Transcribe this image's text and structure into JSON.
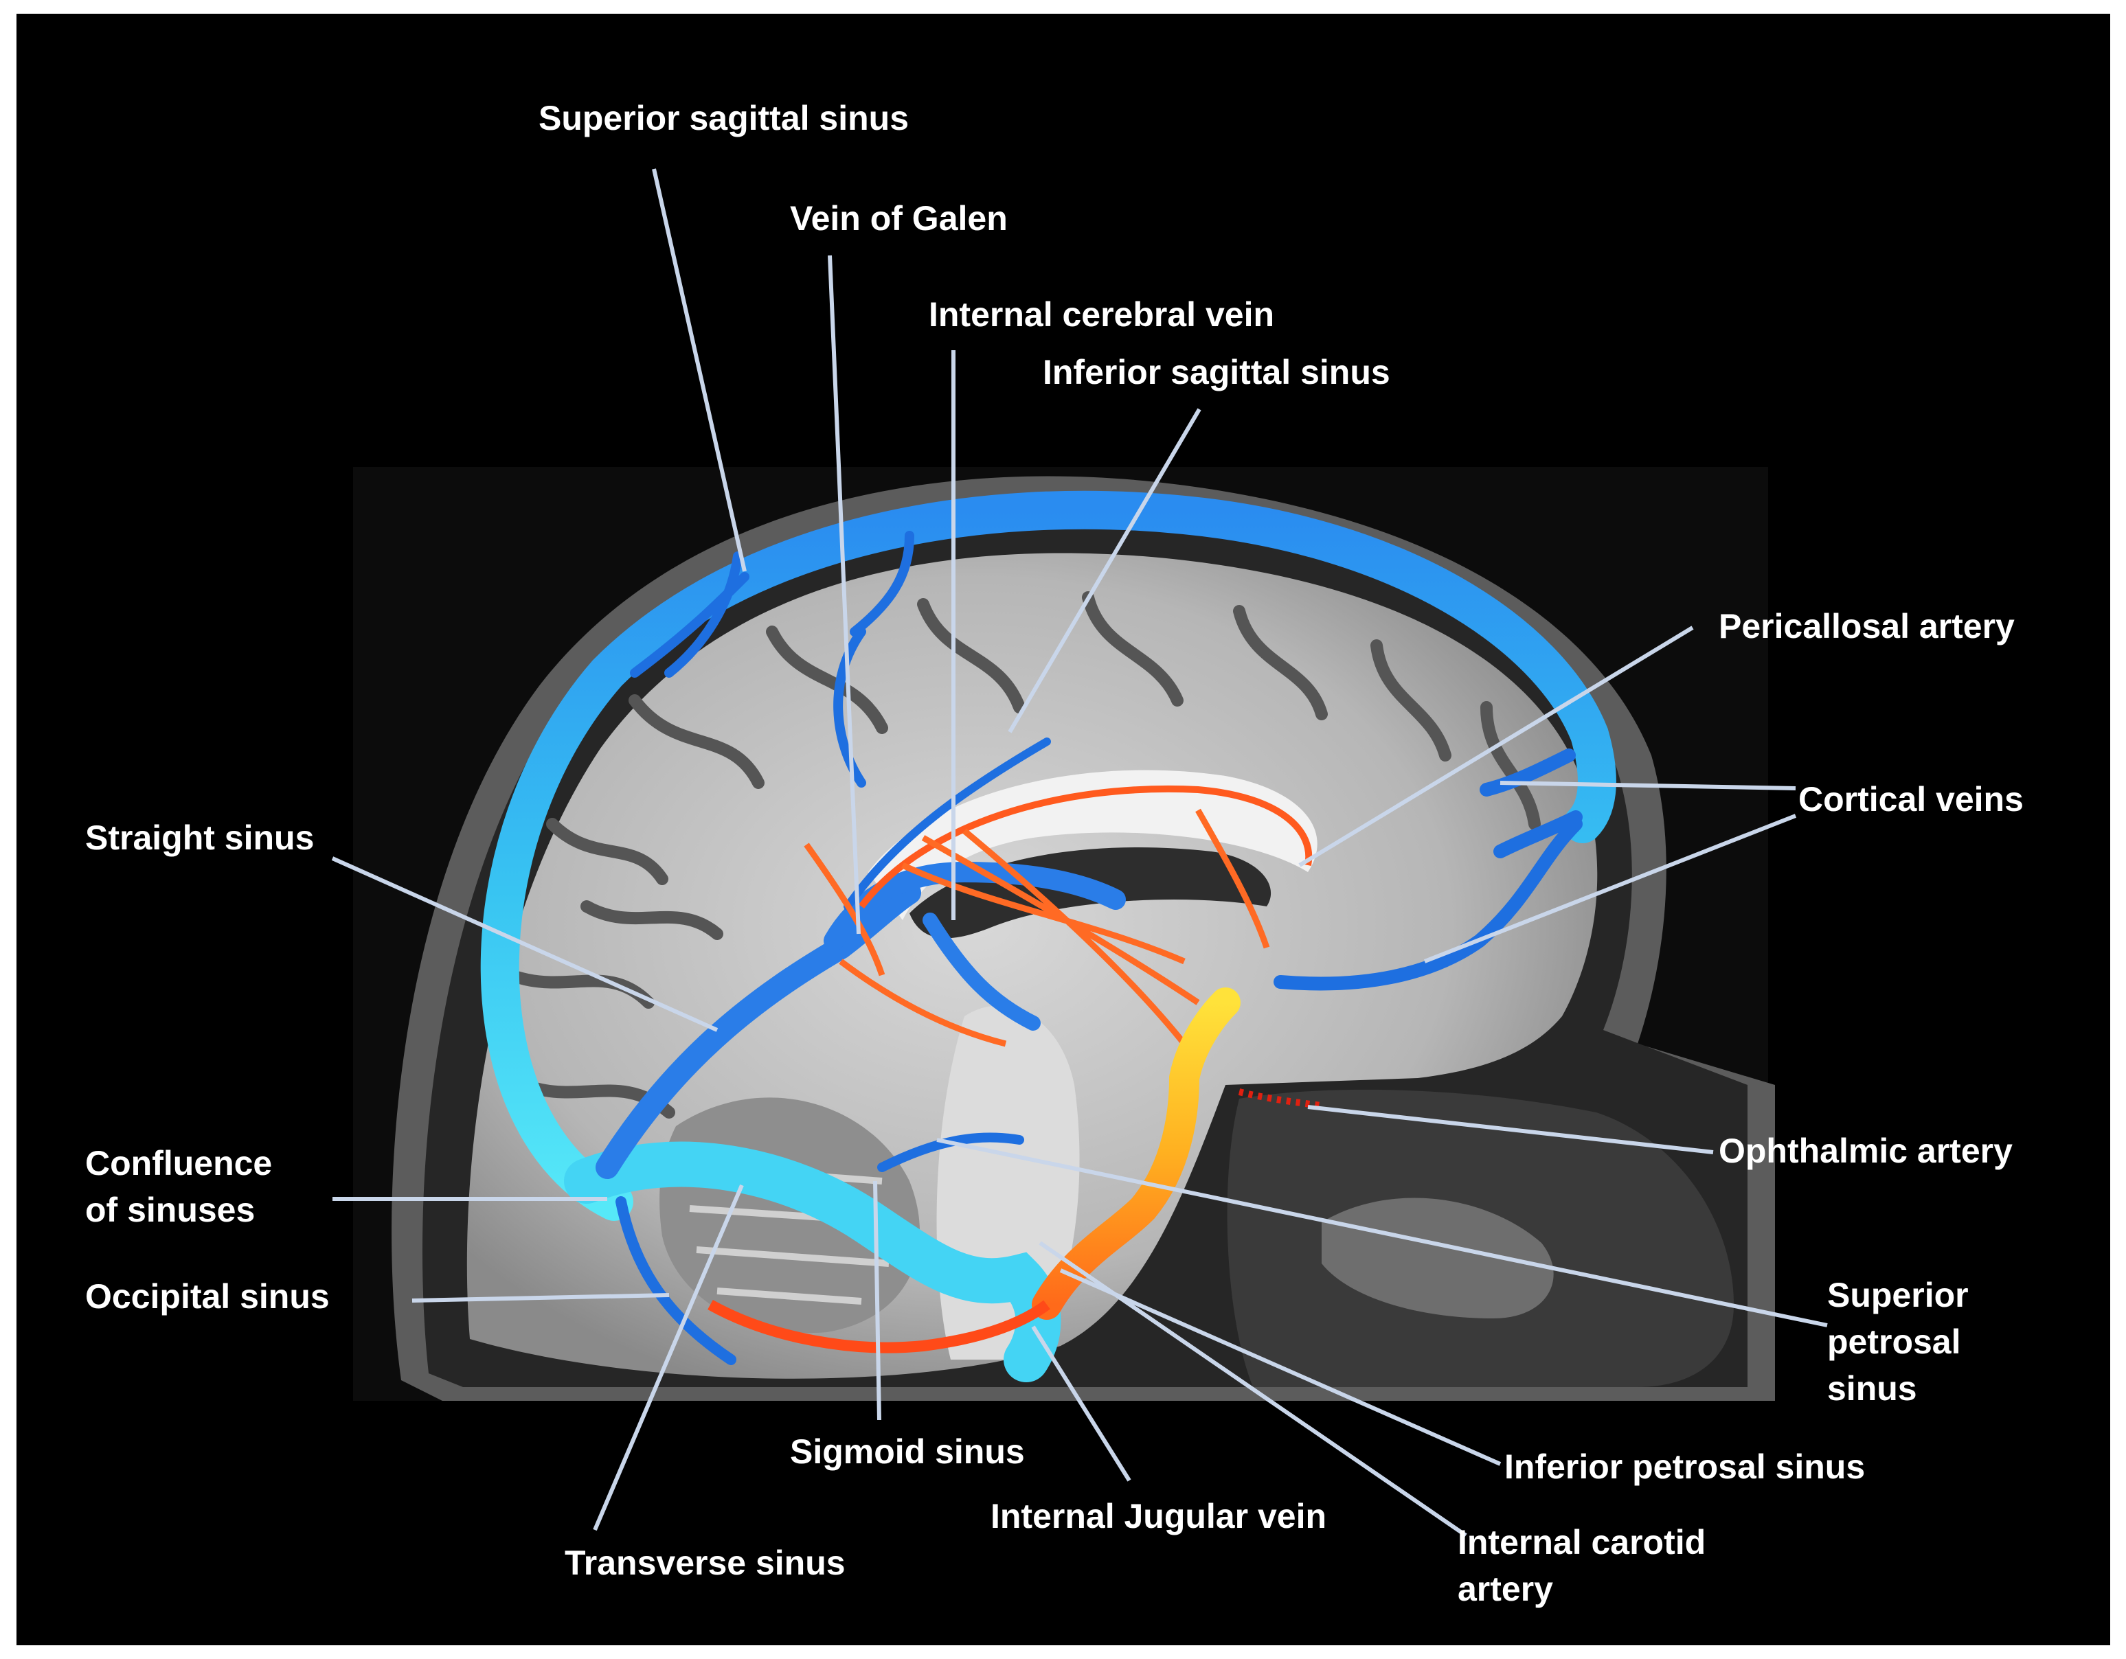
{
  "labels": {
    "superior_sagittal_sinus": "Superior sagittal sinus",
    "vein_of_galen": "Vein of Galen",
    "internal_cerebral_vein": "Internal cerebral vein",
    "inferior_sagittal_sinus": "Inferior sagittal sinus",
    "pericallosal_artery": "Pericallosal artery",
    "cortical_veins": "Cortical veins",
    "straight_sinus": "Straight sinus",
    "confluence_line1": "Confluence",
    "confluence_line2": "of sinuses",
    "ophthalmic_artery": "Ophthalmic artery",
    "occipital_sinus": "Occipital sinus",
    "superior_petrosal_line1": "Superior",
    "superior_petrosal_line2": "petrosal",
    "superior_petrosal_line3": "sinus",
    "sigmoid_sinus": "Sigmoid sinus",
    "inferior_petrosal_sinus": "Inferior petrosal sinus",
    "internal_jugular_vein": "Internal Jugular vein",
    "internal_carotid_line1": "Internal carotid",
    "internal_carotid_line2": "artery",
    "transverse_sinus": "Transverse sinus"
  },
  "colors": {
    "background": "#000000",
    "veins": "#1e6fe0",
    "sinus_light": "#3fd8f5",
    "arteries": "#ff5a1e",
    "artery_core": "#ffd21e",
    "pointer_lines": "#c9d6ea",
    "labels": "#ffffff"
  }
}
